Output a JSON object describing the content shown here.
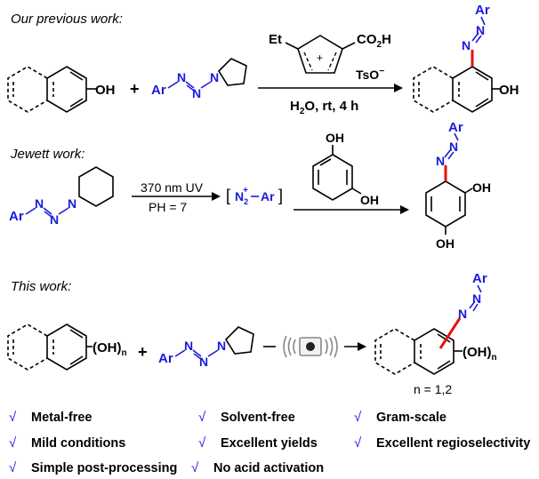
{
  "sections": {
    "previous": {
      "header": "Our previous work:",
      "reagent": "Ar",
      "catalyst_substituent": "Et",
      "catalyst_acid": "CO",
      "catalyst_acid_sub": "2",
      "catalyst_acid_tail": "H",
      "catalyst_counterion": "TsO",
      "catalyst_charge": "+",
      "counterion_charge": "−",
      "conditions": "H2O, rt, 4 h",
      "substrate_group": "OH",
      "product_group": "OH",
      "plus": "+"
    },
    "jewett": {
      "header": "Jewett work:",
      "reagent": "Ar",
      "condition_top": "370 nm UV",
      "condition_bottom": "PH = 7",
      "intermediate_n": "N",
      "intermediate_n_sub": "2",
      "intermediate_charge": "+",
      "intermediate_ar": "Ar",
      "reactant_oh_top": "OH",
      "reactant_oh_bottom": "OH",
      "product_oh_top": "OH",
      "product_oh_bottom": "OH"
    },
    "this_work": {
      "header": "This work:",
      "reagent": "Ar",
      "substrate_group": "(OH)",
      "substrate_sub": "n",
      "product_group": "(OH)",
      "product_sub": "n",
      "n_values": "n = 1,2",
      "plus": "+"
    }
  },
  "atoms": {
    "nitrogen": "N",
    "aryl": "Ar"
  },
  "check_mark": "√",
  "features": [
    "Metal-free",
    "Solvent-free",
    "Gram-scale",
    "Mild conditions",
    "Excellent yields",
    "Excellent regioselectivity",
    "Simple post-processing",
    "No acid activation"
  ],
  "colors": {
    "nitrogen_blue": "#1a1adc",
    "new_bond_red": "#e81010",
    "ink": "#000000",
    "device_gray": "#888888"
  }
}
